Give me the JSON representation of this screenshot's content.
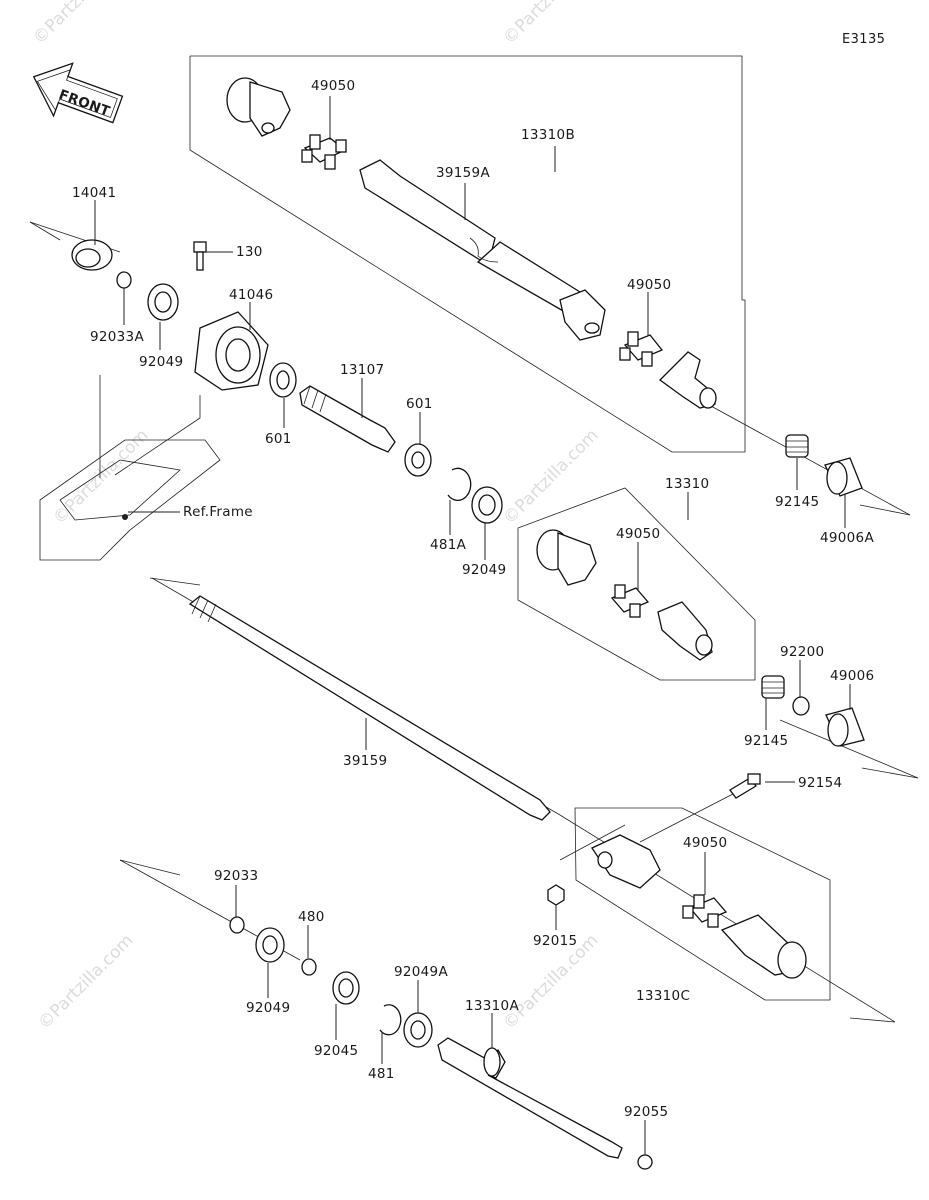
{
  "diagram_code": "E3135",
  "front_label": "FRONT",
  "ref_frame_label": "Ref.Frame",
  "watermark": "©Partzilla.com",
  "parts": {
    "p49050_a": "49050",
    "p13310B": "13310B",
    "p39159A": "39159A",
    "p14041": "14041",
    "p130": "130",
    "p41046": "41046",
    "p92033A": "92033A",
    "p92049_a": "92049",
    "p13107": "13107",
    "p601_a": "601",
    "p601_b": "601",
    "p49050_b": "49050",
    "p92145_a": "92145",
    "p49006A": "49006A",
    "p481A": "481A",
    "p92049_b": "92049",
    "p13310": "13310",
    "p49050_c": "49050",
    "p92200": "92200",
    "p49006": "49006",
    "p92145_b": "92145",
    "p39159": "39159",
    "p92154": "92154",
    "p49050_d": "49050",
    "p92015": "92015",
    "p13310C": "13310C",
    "p92033": "92033",
    "p480": "480",
    "p92049_c": "92049",
    "p92045": "92045",
    "p92049A": "92049A",
    "p481": "481",
    "p13310A": "13310A",
    "p92055": "92055"
  }
}
